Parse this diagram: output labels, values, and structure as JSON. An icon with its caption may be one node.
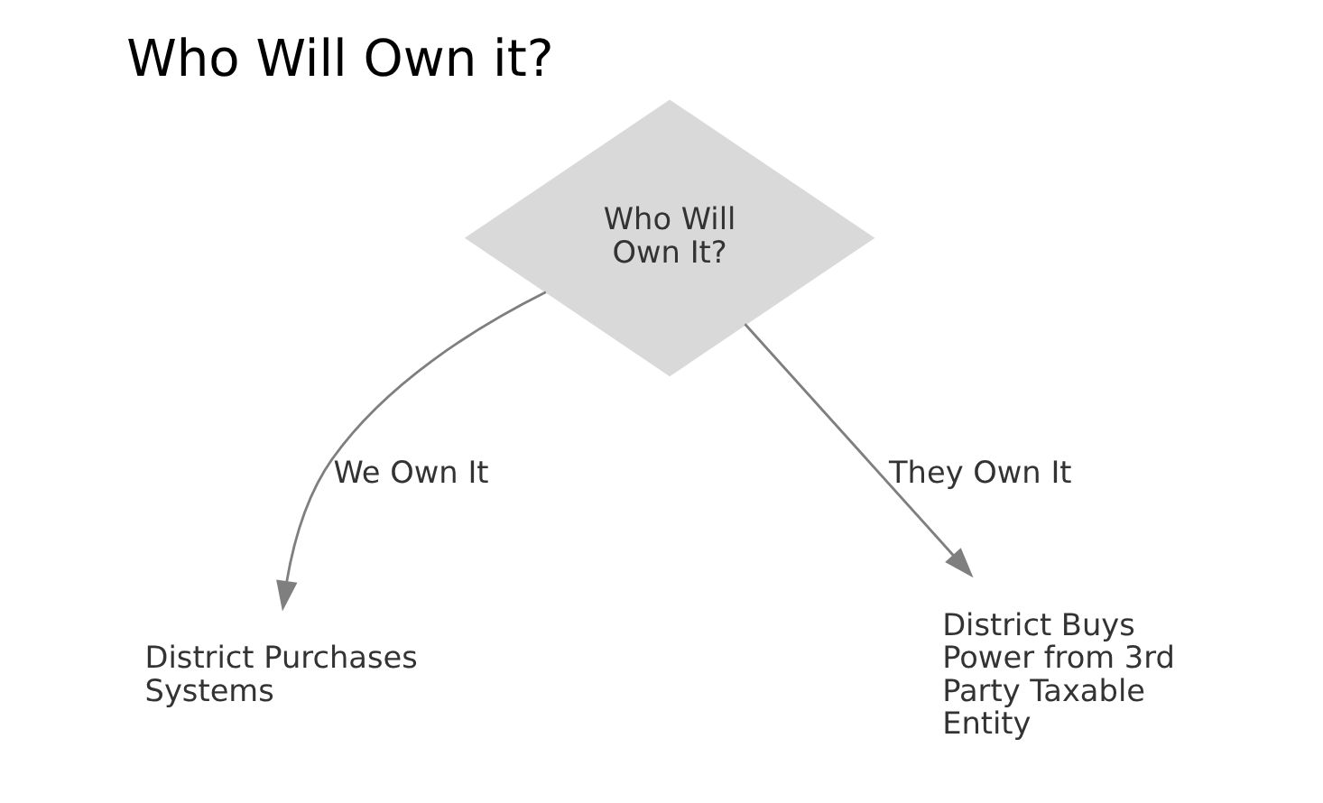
{
  "diagram": {
    "title": "Who Will Own it?",
    "nodes": [
      {
        "text": [
          "Who Will Own It?"
        ]
      },
      {
        "text": [
          "District Purchases Systems"
        ]
      },
      {
        "text": [
          "District Buys Power from 3rd Party Taxable Entity"
        ]
      }
    ],
    "edges": [
      {
        "from": 0,
        "to": 1,
        "arrow": "to",
        "label": "We Own It"
      },
      {
        "from": 0,
        "to": 2,
        "arrow": "to",
        "label": "They Own It"
      }
    ]
  }
}
